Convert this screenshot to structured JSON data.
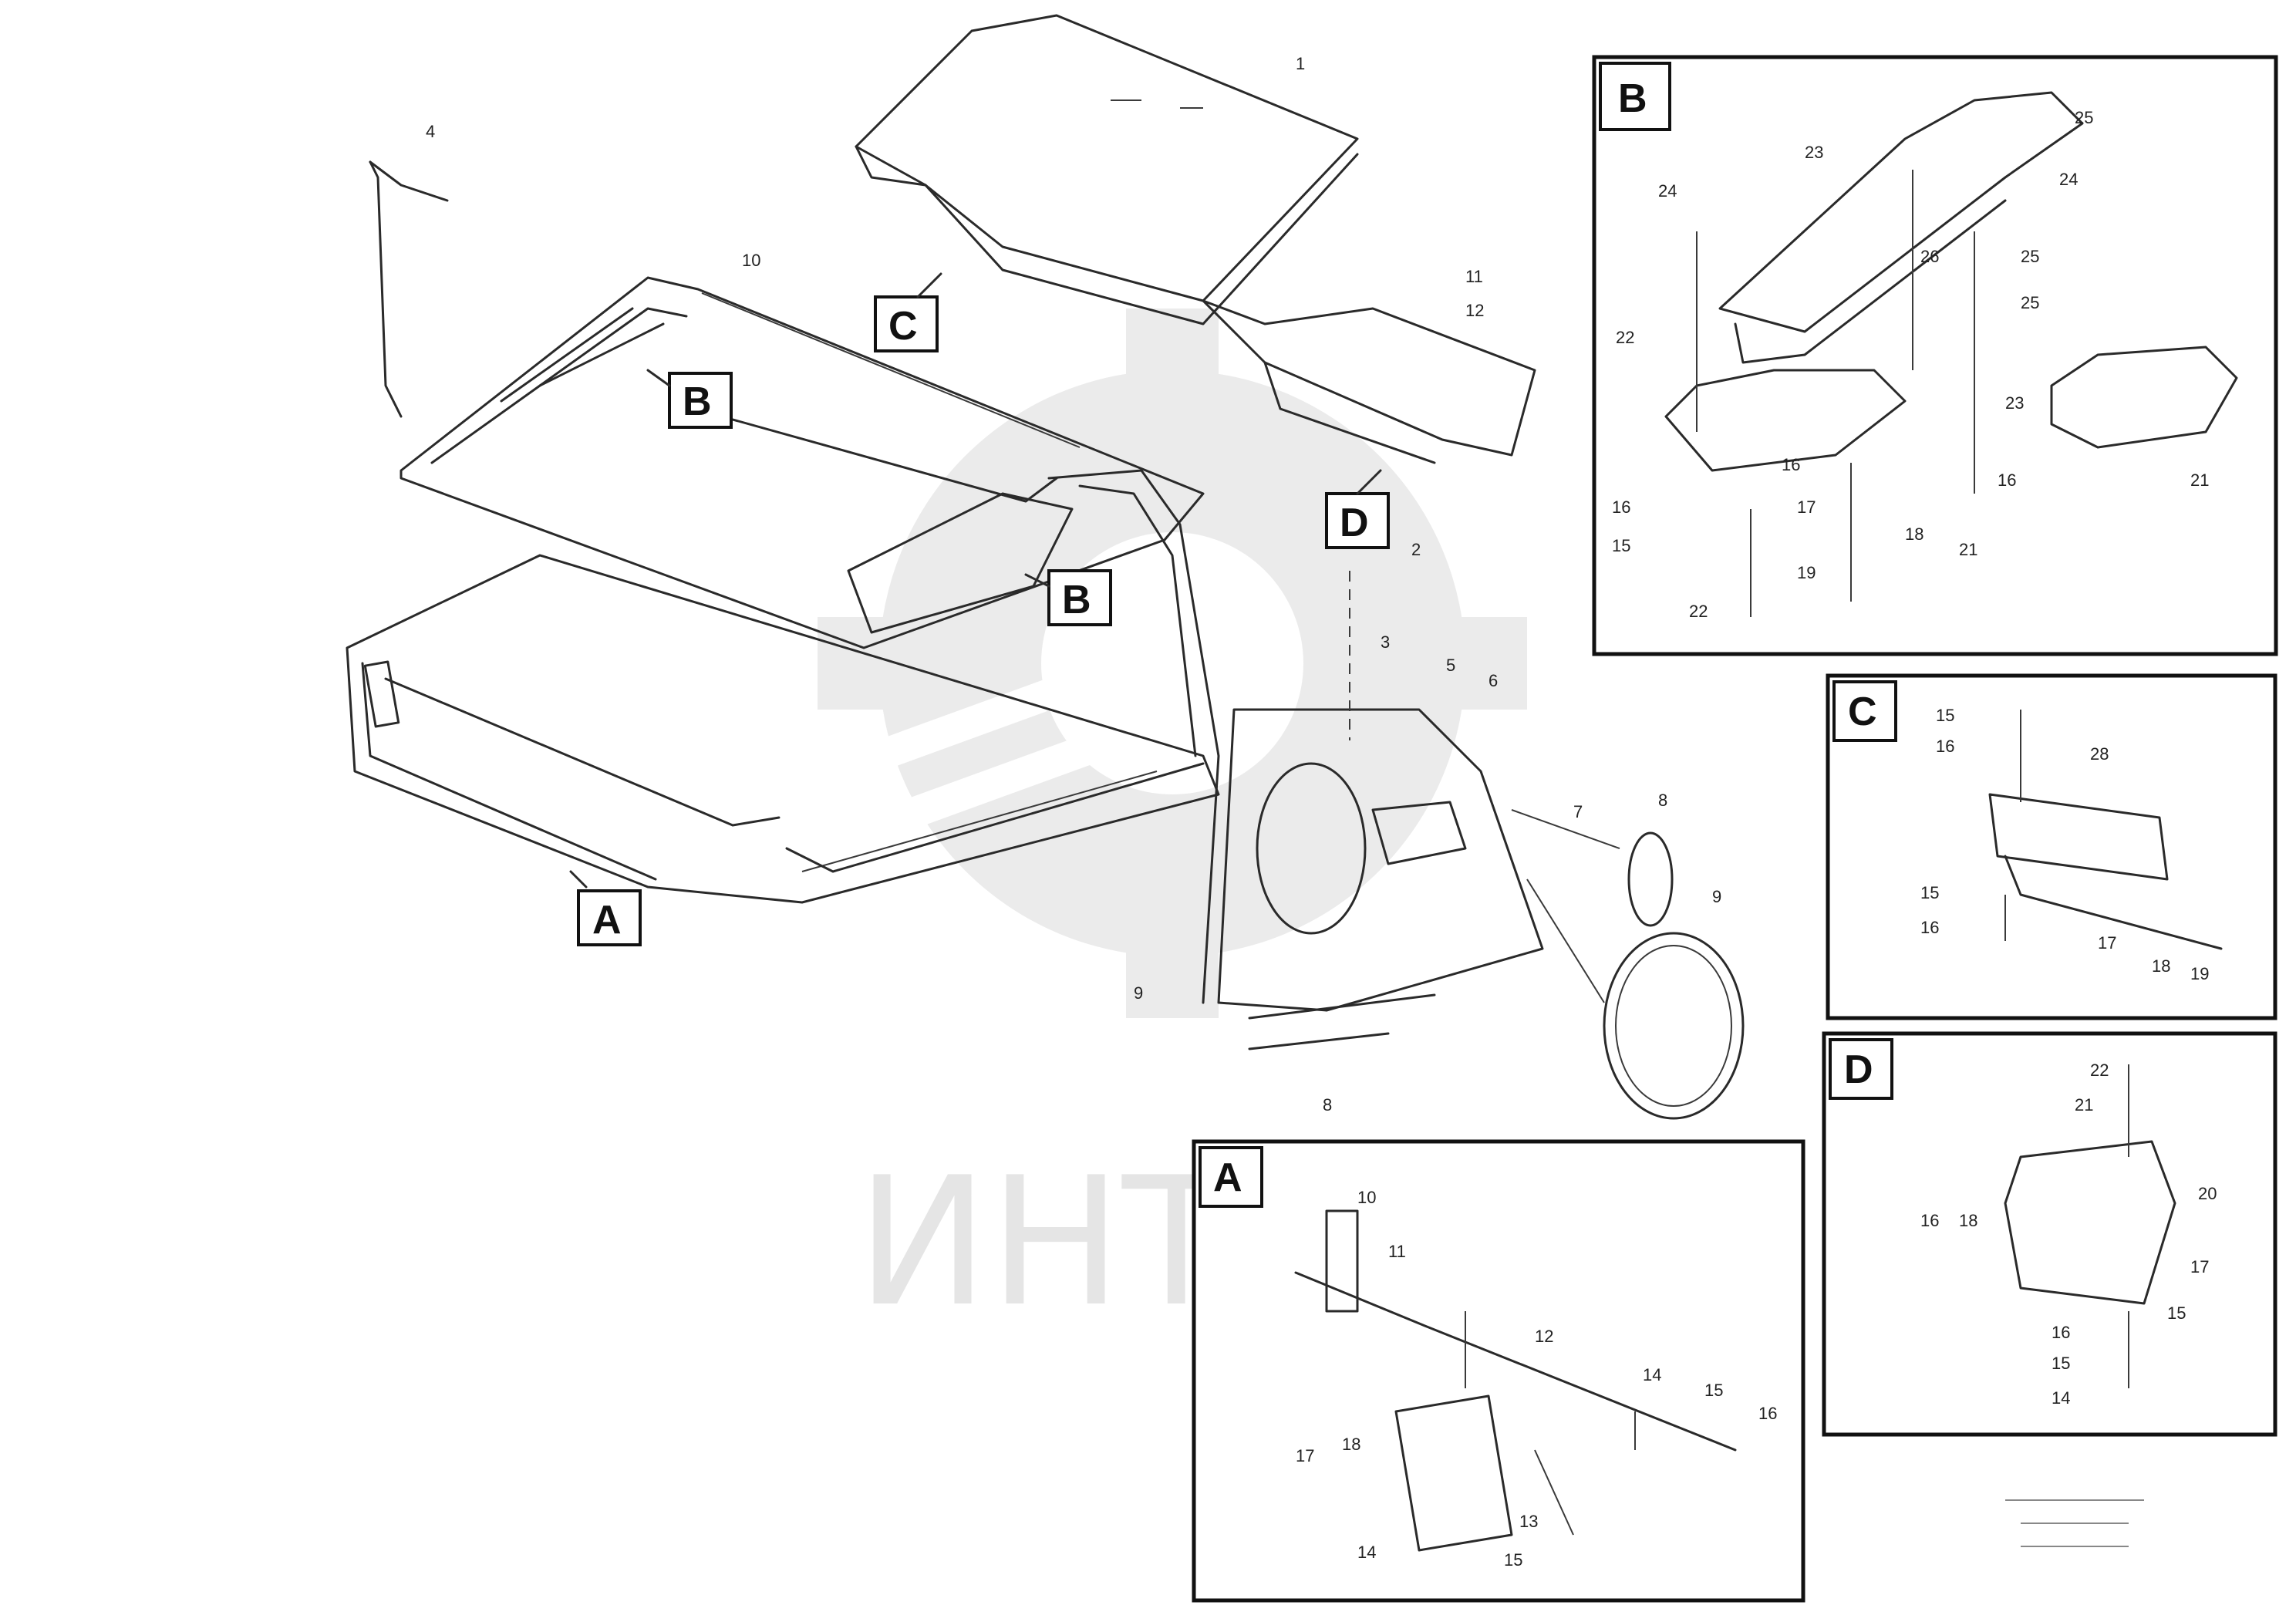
{
  "watermark": {
    "text": "ИНТЕХ"
  },
  "detail_markers": [
    "A",
    "B",
    "C",
    "D"
  ],
  "main_callouts": [
    {
      "id": "m1",
      "text": "4"
    },
    {
      "id": "m2",
      "text": "1"
    },
    {
      "id": "m3",
      "text": "10"
    },
    {
      "id": "m4",
      "text": "11"
    },
    {
      "id": "m5",
      "text": "12"
    },
    {
      "id": "m6",
      "text": "2"
    },
    {
      "id": "m7",
      "text": "3"
    },
    {
      "id": "m8",
      "text": "5"
    },
    {
      "id": "m9",
      "text": "6"
    },
    {
      "id": "m10",
      "text": "7"
    },
    {
      "id": "m11",
      "text": "8"
    },
    {
      "id": "m12",
      "text": "9"
    },
    {
      "id": "m13",
      "text": "9"
    },
    {
      "id": "m14",
      "text": "8"
    }
  ],
  "inset_B": {
    "title": "B",
    "callouts": [
      "25",
      "23",
      "24",
      "24",
      "25",
      "25",
      "26",
      "22",
      "21",
      "16",
      "16",
      "16",
      "15",
      "17",
      "18",
      "22",
      "19",
      "21",
      "23"
    ]
  },
  "inset_C": {
    "title": "C",
    "callouts": [
      "15",
      "16",
      "28",
      "15",
      "16",
      "17",
      "18",
      "19"
    ]
  },
  "inset_D": {
    "title": "D",
    "callouts": [
      "22",
      "21",
      "20",
      "16",
      "18",
      "17",
      "15",
      "16",
      "15",
      "14"
    ]
  },
  "inset_A": {
    "title": "A",
    "callouts": [
      "10",
      "11",
      "12",
      "14",
      "15",
      "16",
      "17",
      "18",
      "13",
      "14",
      "15"
    ]
  },
  "footer_code": [
    "",
    "",
    ""
  ]
}
